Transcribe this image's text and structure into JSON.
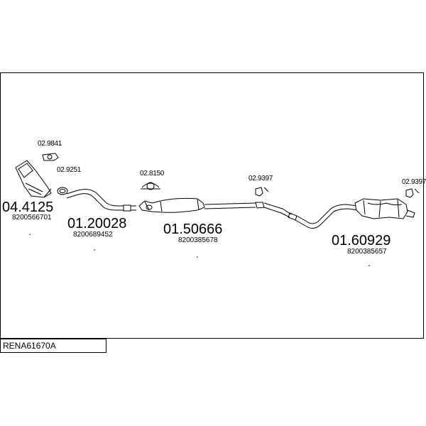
{
  "reference": "RENA61670A",
  "parts": [
    {
      "number": "04.4125",
      "oem": "8200566701"
    },
    {
      "number": "01.20028",
      "oem": "8200689452"
    },
    {
      "number": "01.50666",
      "oem": "8200385678"
    },
    {
      "number": "01.60929",
      "oem": "8200385657"
    }
  ],
  "accessories": [
    "02.9841",
    "02.9251",
    "02.8150",
    "02.9397",
    "02.9397"
  ]
}
